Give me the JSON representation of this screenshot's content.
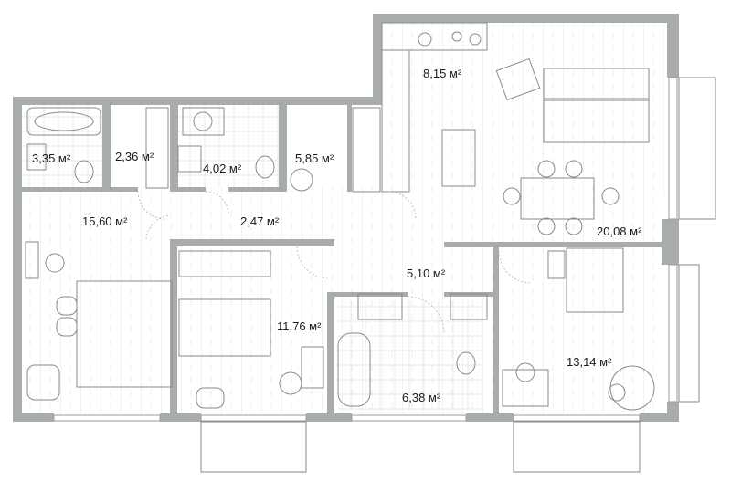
{
  "plan": {
    "colors": {
      "wall": "#a9acad",
      "floor_line": "#e2e2e2",
      "furniture_stroke": "#8a8a8a",
      "text": "#1a1a1a"
    },
    "rooms": [
      {
        "id": "bath-1",
        "area": "3,35 м²"
      },
      {
        "id": "wardrobe-1",
        "area": "2,36 м²"
      },
      {
        "id": "bath-2",
        "area": "4,02 м²"
      },
      {
        "id": "laundry",
        "area": "5,85 м²"
      },
      {
        "id": "kitchen",
        "area": "8,15 м²"
      },
      {
        "id": "bedroom-master",
        "area": "15,60 м²"
      },
      {
        "id": "hall",
        "area": "2,47 м²"
      },
      {
        "id": "living",
        "area": "20,08 м²"
      },
      {
        "id": "corridor",
        "area": "5,10 м²"
      },
      {
        "id": "bedroom-2",
        "area": "11,76 м²"
      },
      {
        "id": "bedroom-3",
        "area": "13,14 м²"
      },
      {
        "id": "bath-3",
        "area": "6,38 м²"
      }
    ]
  }
}
